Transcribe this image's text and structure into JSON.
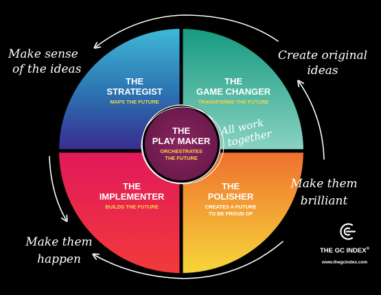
{
  "quadrants": {
    "strategist": {
      "title_1": "THE",
      "title_2": "STRATEGIST",
      "sub_1": "MAPS THE FUTURE"
    },
    "game_changer": {
      "title_1": "THE",
      "title_2": "GAME CHANGER",
      "sub_1": "TRANSFORMS THE FUTURE"
    },
    "implementer": {
      "title_1": "THE",
      "title_2": "IMPLEMENTER",
      "sub_1": "BUILDS THE FUTURE"
    },
    "polisher": {
      "title_1": "THE",
      "title_2": "POLISHER",
      "sub_1": "CREATES A FUTURE",
      "sub_2": "TO BE PROUD OF"
    }
  },
  "center": {
    "title_1": "THE",
    "title_2": "PLAY MAKER",
    "sub_1": "ORCHESTRATES",
    "sub_2": "THE FUTURE"
  },
  "annotations": {
    "top_left_1": "Make sense",
    "top_left_2": "of the ideas",
    "top_right_1": "Create original",
    "top_right_2": "ideas",
    "mid_right_1": "Make them",
    "mid_right_2": "brilliant",
    "bottom_left_1": "Make them",
    "bottom_left_2": "happen",
    "center_1": "All work",
    "center_2": "together"
  },
  "brand": {
    "name": "THE GC INDEX",
    "reg_mark": "®",
    "url": "www.thegcindex.com"
  },
  "colors": {
    "background": "#000000",
    "strategist_top": "#3fb8d6",
    "strategist_bottom": "#3a2a8e",
    "game_changer_top": "#2aa78e",
    "game_changer_bottom": "#8ad3c3",
    "implementer_top": "#e1185a",
    "implementer_bottom": "#f23a3a",
    "polisher_top": "#f08a2e",
    "polisher_bottom": "#f7d63a",
    "center": "#7a1d55",
    "subtitle_yellow": "#f6d44a",
    "divider": "#000000"
  },
  "icons": {
    "brand_logo": "gc-logo-icon"
  }
}
